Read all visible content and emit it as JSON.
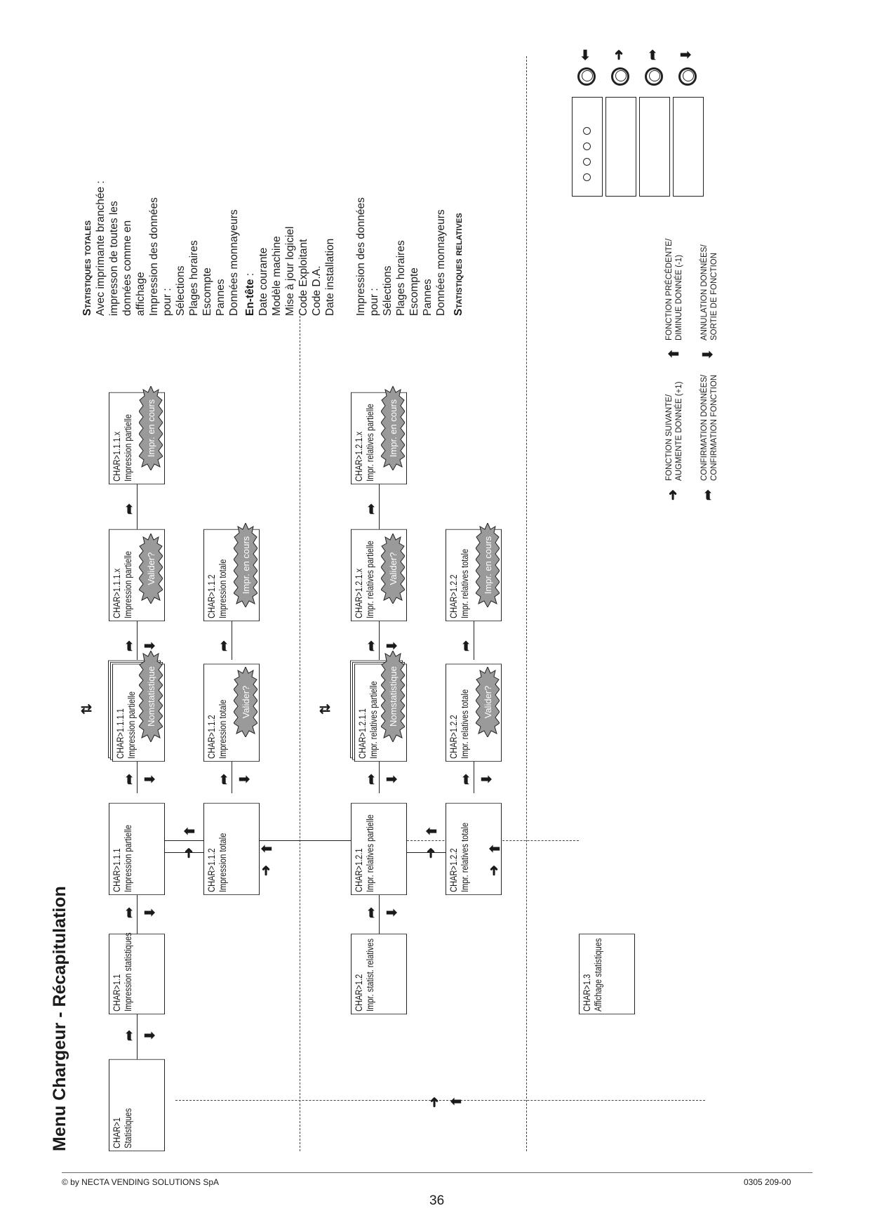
{
  "title": "Menu Chargeur - Récapitulation",
  "boxes": {
    "char1": {
      "code": "CHAR>1",
      "name": "Statistiques"
    },
    "char11": {
      "code": "CHAR>1.1",
      "name": "Impression statistiques"
    },
    "char111": {
      "code": "CHAR>1.1.1",
      "name": "Impression partielle"
    },
    "char112": {
      "code": "CHAR>1.1.2",
      "name": "Impression totale"
    },
    "char1111": {
      "code": "CHAR>1.1.1.1",
      "name": "Impression partielle",
      "burst": "Nomstatistique"
    },
    "char1112v": {
      "code": "CHAR>1.1.2",
      "name": "Impression totale",
      "burst": "Valider?"
    },
    "char111xv": {
      "code": "CHAR>1.1.1.x",
      "name": "Impression partielle",
      "burst": "Valider?"
    },
    "char1112p": {
      "code": "CHAR>1.1.2",
      "name": "Impression totale",
      "burst": "Impr. en cours"
    },
    "char111xp": {
      "code": "CHAR>1.1.1.x",
      "name": "Impression partielle",
      "burst": "Impr. en cours"
    },
    "char12": {
      "code": "CHAR>1.2",
      "name": "Impr. statist. relatives"
    },
    "char121": {
      "code": "CHAR>1.2.1",
      "name": "Impr. relatives partielle"
    },
    "char122": {
      "code": "CHAR>1.2.2",
      "name": "Impr. relatives totale"
    },
    "char1211": {
      "code": "CHAR>1.2.1.1",
      "name": "Impr. relatives partielle",
      "burst": "Nomstatistique"
    },
    "char1222v": {
      "code": "CHAR>1.2.2",
      "name": "Impr. relatives totale",
      "burst": "Valider?"
    },
    "char121xv": {
      "code": "CHAR>1.2.1.x",
      "name": "Impr. relatives partielle",
      "burst": "Valider?"
    },
    "char1222p": {
      "code": "CHAR>1.2.2",
      "name": "Impr. relatives totale",
      "burst": "Impr. en cours"
    },
    "char121xp": {
      "code": "CHAR>1.2.1.x",
      "name": "Impr. relatives partielle",
      "burst": "Impr. en cours"
    },
    "char13": {
      "code": "CHAR>1.3",
      "name": "Affichage statistiques"
    }
  },
  "notes": {
    "total_heading": "Statistiques totales",
    "total_lines": [
      "Avec imprimante branchée :",
      "impresson de toutes les",
      "données comme en",
      "affichage",
      "Impression des données",
      "pour :",
      "Sélections",
      "Plages horaires",
      "Escompte",
      "Pannes",
      "Données monnayeurs"
    ],
    "header_label": "En-tête",
    "header_colon": " :",
    "header_lines": [
      "Date courante",
      "Modèle machine",
      "Mise à jour logiciel",
      "Code Exploitant",
      "Code D.A.",
      "Date installation"
    ],
    "relative_lines": [
      "Impression des données",
      "pour :",
      "Sélections",
      "Plages horaires",
      "Escompte",
      "Pannes",
      "Données monnayeurs"
    ],
    "relative_heading": "Statistiques relatives"
  },
  "legend": {
    "next_1": "FONCTION SUIVANTE/",
    "next_2": "AUGMENTE DONNÉE (+1)",
    "prev_1": "FONCTION PRÉCÉDENTE/",
    "prev_2": "DIMINUE DONNÉE (-1)",
    "confirm_1": "CONFIRMATION DONNÉES/",
    "confirm_2": "CONFIRMATION FONCTION",
    "cancel_1": "ANNULATION DONNÉES/",
    "cancel_2": "SORTIE DE FONCTION"
  },
  "icons": {
    "next": "arrow-right-icon",
    "prev": "arrow-left-icon",
    "confirm": "arrow-up-right-icon",
    "cancel": "arrow-down-icon",
    "keypad": "keypad-panel-icon"
  },
  "footer": {
    "copyright": "© by NECTA VENDING SOLUTIONS SpA",
    "page": "36",
    "doc_code": "0305 209-00"
  }
}
